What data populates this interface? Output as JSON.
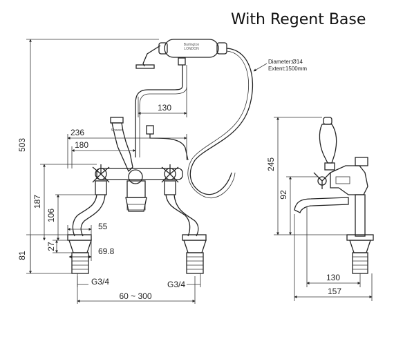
{
  "title": "With Regent Base",
  "hose_spec": {
    "diameter": "Diameter:Ø14",
    "extent": "Extent:1500mm"
  },
  "handset_brand": {
    "name": "Burlington",
    "sub": "LONDON"
  },
  "dimensions": {
    "overall_height": "503",
    "hose_offset": "130",
    "width_236": "236",
    "width_180": "180",
    "height_187": "187",
    "height_106": "106",
    "width_55": "55",
    "height_27": "27",
    "width_69_8": "69.8",
    "base_height": "81",
    "thread_left": "G3/4",
    "thread_right": "G3/4",
    "centres": "60 ~ 300",
    "side_height": "245",
    "spout_height": "92",
    "side_width_130": "130",
    "side_width_157": "157"
  }
}
